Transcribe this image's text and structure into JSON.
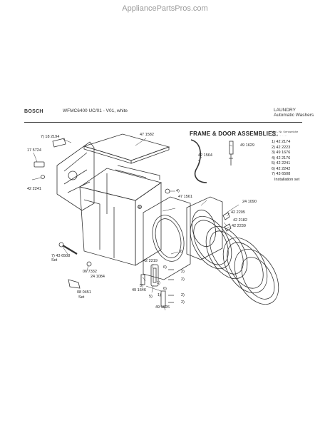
{
  "watermark": "AppliancePartsPros.com",
  "header": {
    "brand": "BOSCH",
    "model": "WFMC6400 UC/01 - V01, white",
    "category_line1": "LAUNDRY",
    "category_line2": "Automatic Washers"
  },
  "section_title": "FRAME & DOOR ASSEMBLIES",
  "legend": {
    "head_line1": "Mat - Nr.  Kennzeiche",
    "head_line2": "Ident . . . . . .",
    "items": [
      "1) 42 2174",
      "2) 42 2223",
      "3) 49 1676",
      "4) 42 2176",
      "5) 42 2241",
      "6) 42 2242",
      "7) 43 6508",
      "Installation set"
    ]
  },
  "callouts": {
    "c_182194": "7) 18 2194",
    "c_175724": "17 5724",
    "c_422241": "42 2241",
    "c_471582": "47 1582",
    "c_421564": "42 1564",
    "c_491629": "49 1629",
    "c_4": "4)",
    "c_4b": "4)",
    "c_471561": "47 1561",
    "c_241090": "24 1090",
    "c_422205": "42 2205",
    "c_422182": "42 2182",
    "c_422239": "42 2239",
    "c_436508": "7)  43 6508",
    "c_set1": "Set",
    "c_3": "3)",
    "c_067332": "06 7332",
    "c_422219": "42 2219",
    "c_241084": "24 1084",
    "c_6": "6)",
    "c_5": "5)",
    "c_1": "1)",
    "c_6b": "6)",
    "c_2a": "2)",
    "c_2b": "2)",
    "c_2c": "2)",
    "c_2d": "2)",
    "c_491646": "49 1646",
    "c_5b": "5)",
    "c_1b": "1)",
    "c_080451": "08 0451",
    "c_set2": "Set",
    "c_491626": "49 1626"
  }
}
